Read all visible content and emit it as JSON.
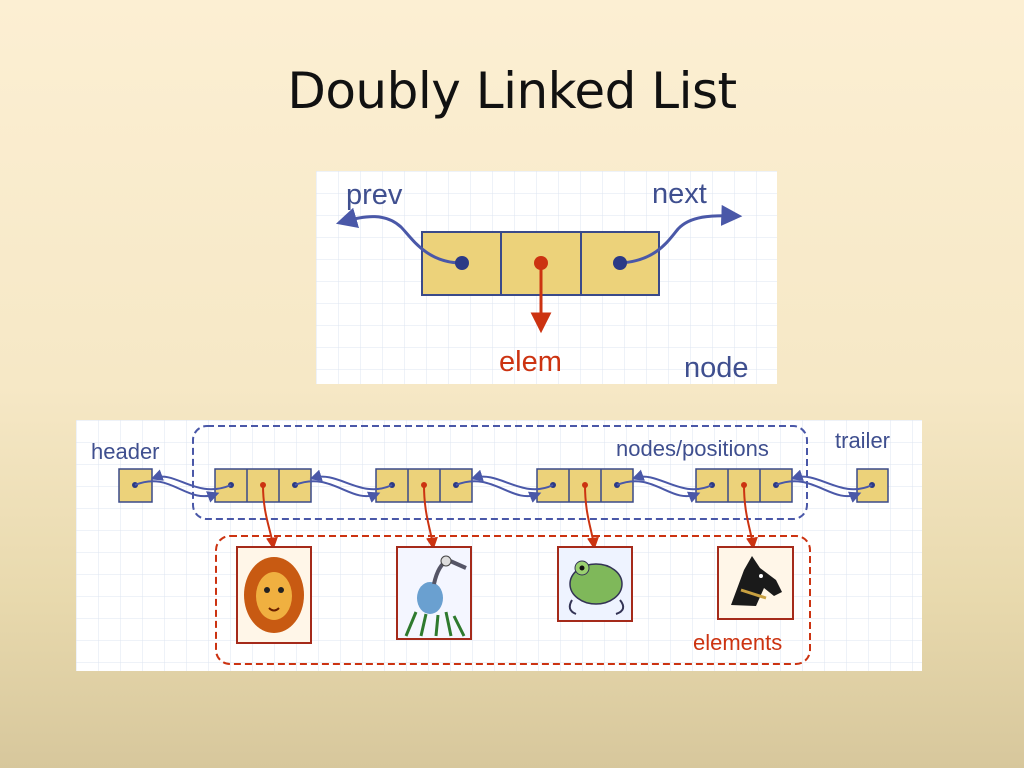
{
  "slide": {
    "title": "Doubly Linked List"
  },
  "node_diagram": {
    "prev_label": "prev",
    "next_label": "next",
    "elem_label": "elem",
    "node_label": "node"
  },
  "list_diagram": {
    "header_label": "header",
    "trailer_label": "trailer",
    "nodes_label": "nodes/positions",
    "elements_label": "elements",
    "elements": [
      "lion-icon",
      "heron-icon",
      "frog-icon",
      "horse-icon"
    ]
  },
  "colors": {
    "cell_fill": "#ecd27a",
    "cell_stroke": "#3a4a8a",
    "link_blue": "#4a58a8",
    "elem_red": "#cc3311",
    "grid": "#dde4f0"
  }
}
